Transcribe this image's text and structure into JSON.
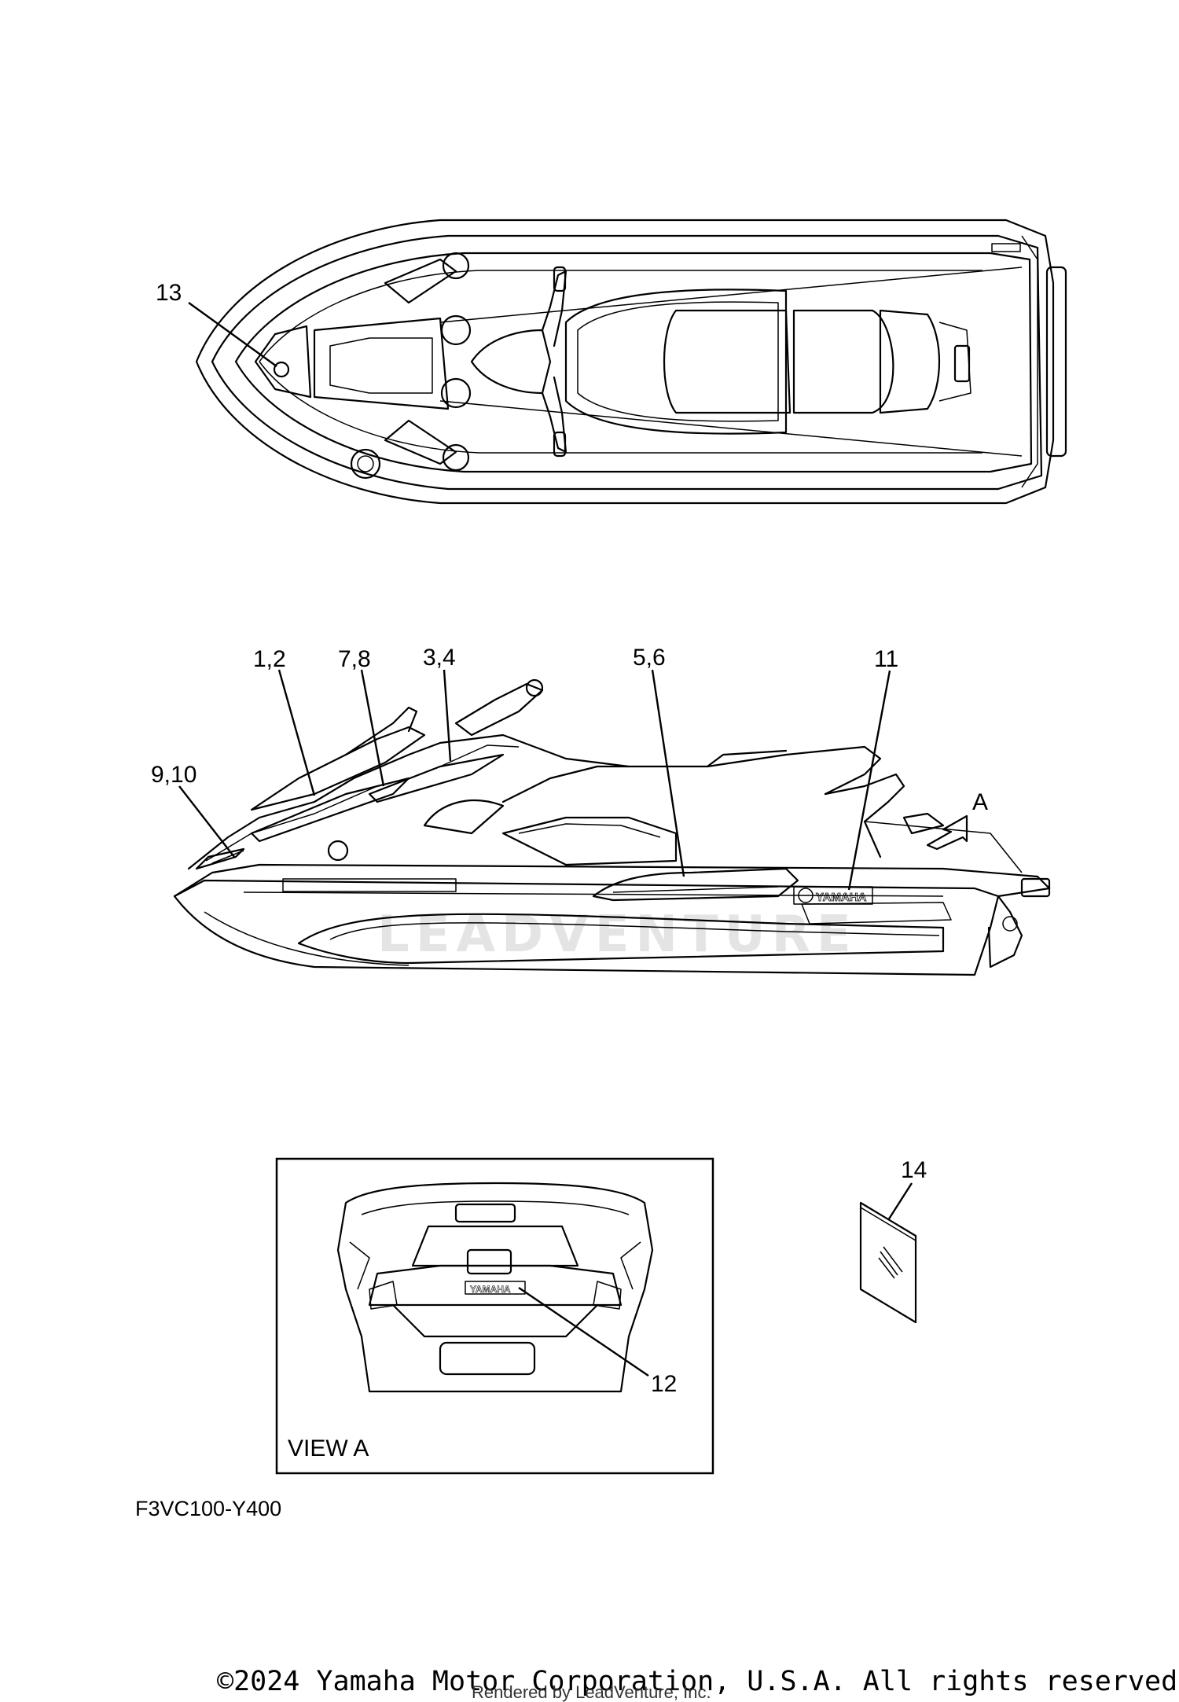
{
  "callouts": {
    "c13": "13",
    "c1_2": "1,2",
    "c7_8": "7,8",
    "c3_4": "3,4",
    "c5_6": "5,6",
    "c11": "11",
    "c9_10": "9,10",
    "cA": "A",
    "c14": "14",
    "c12": "12"
  },
  "view_label": "VIEW A",
  "diagram_code": "F3VC100-Y400",
  "watermark": "LEADVENTURE",
  "decal_text": "YAMAHA",
  "copyright": "©2024 Yamaha Motor Corporation, U.S.A. All rights reserved.",
  "rendered_by": "Rendered by LeadVenture, Inc."
}
